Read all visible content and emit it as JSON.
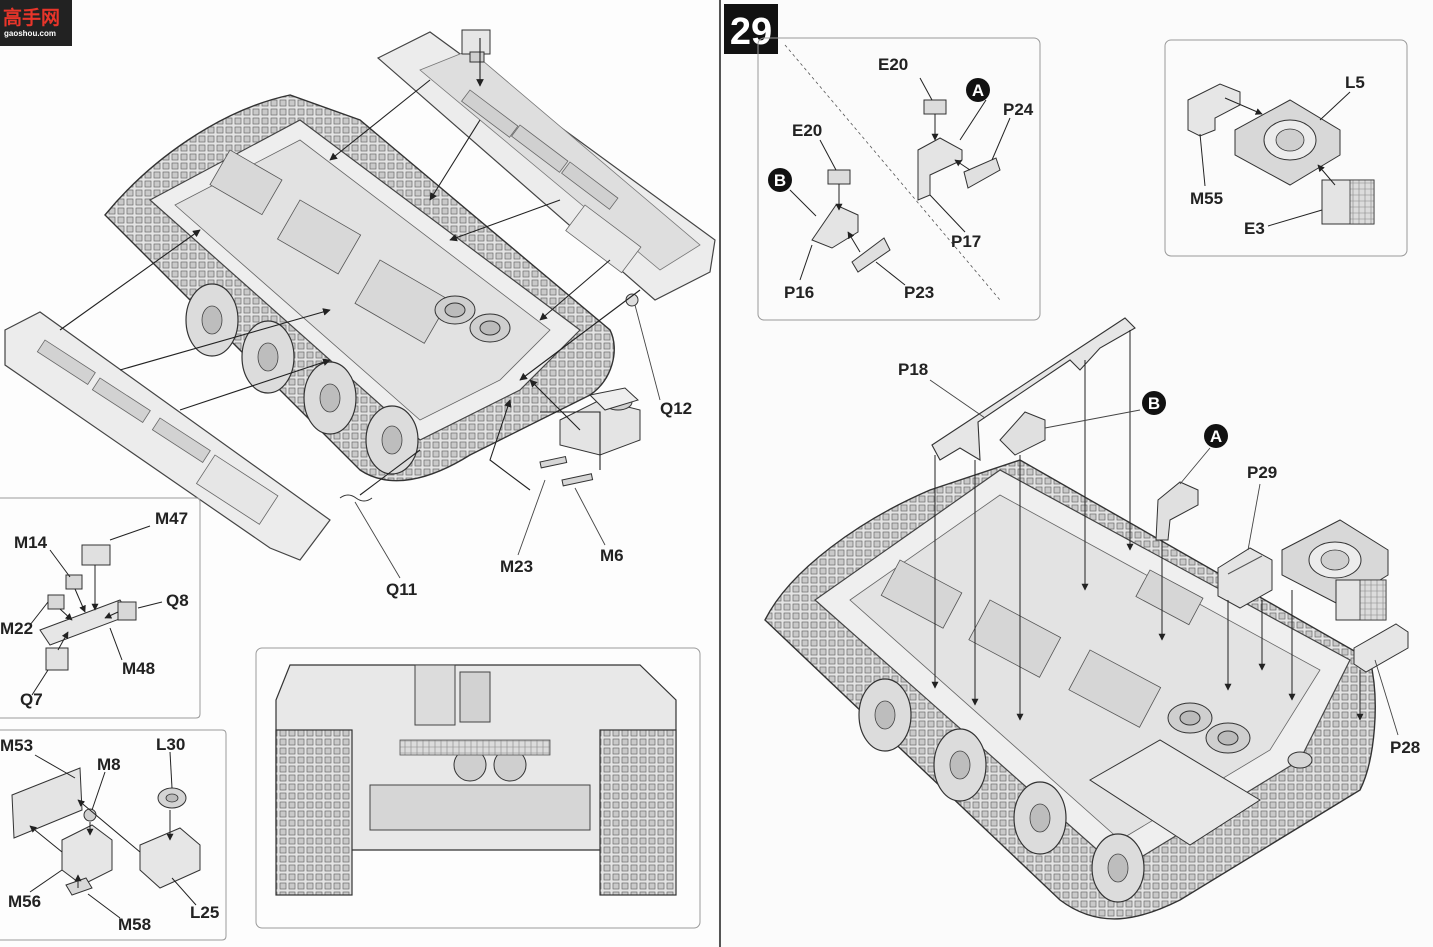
{
  "watermark": {
    "site_chars": "高手网",
    "url": "gaoshou.com"
  },
  "step": {
    "number": "29"
  },
  "left_page": {
    "main": {
      "labels": {
        "q12": "Q12",
        "q11": "Q11",
        "m23": "M23",
        "m6": "M6"
      }
    },
    "box1": {
      "labels": {
        "m14": "M14",
        "m47": "M47",
        "m22": "M22",
        "q8": "Q8",
        "m48": "M48",
        "q7": "Q7"
      }
    },
    "box2": {
      "labels": {
        "m53": "M53",
        "m8": "M8",
        "l30": "L30",
        "m56": "M56",
        "m58": "M58",
        "l25": "L25"
      }
    }
  },
  "right_page": {
    "sub_a": {
      "labels": {
        "e20_top": "E20",
        "p24": "P24",
        "e20_left": "E20",
        "p17": "P17",
        "p16": "P16",
        "p23": "P23"
      },
      "markers": {
        "a": "A",
        "b": "B"
      }
    },
    "sub_b": {
      "labels": {
        "l5": "L5",
        "m55": "M55",
        "e3": "E3"
      }
    },
    "main": {
      "labels": {
        "p18": "P18",
        "p29": "P29",
        "p28": "P28"
      },
      "markers": {
        "b": "B",
        "a": "A"
      }
    }
  }
}
